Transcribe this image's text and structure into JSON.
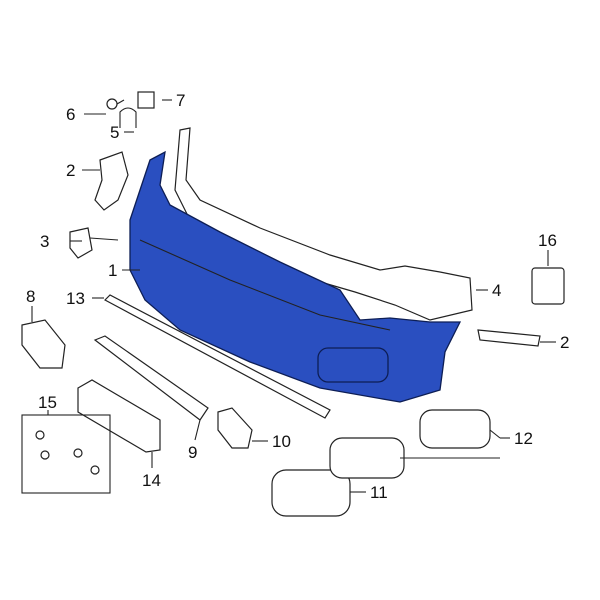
{
  "diagram": {
    "highlight_color": "#2a4fc0",
    "callouts": [
      {
        "id": "1",
        "label": "1"
      },
      {
        "id": "2a",
        "label": "2"
      },
      {
        "id": "2b",
        "label": "2"
      },
      {
        "id": "3",
        "label": "3"
      },
      {
        "id": "4",
        "label": "4"
      },
      {
        "id": "5",
        "label": "5"
      },
      {
        "id": "6",
        "label": "6"
      },
      {
        "id": "7",
        "label": "7"
      },
      {
        "id": "8",
        "label": "8"
      },
      {
        "id": "9",
        "label": "9"
      },
      {
        "id": "10",
        "label": "10"
      },
      {
        "id": "11",
        "label": "11"
      },
      {
        "id": "12",
        "label": "12"
      },
      {
        "id": "13",
        "label": "13"
      },
      {
        "id": "14",
        "label": "14"
      },
      {
        "id": "15",
        "label": "15"
      },
      {
        "id": "16",
        "label": "16"
      }
    ]
  }
}
